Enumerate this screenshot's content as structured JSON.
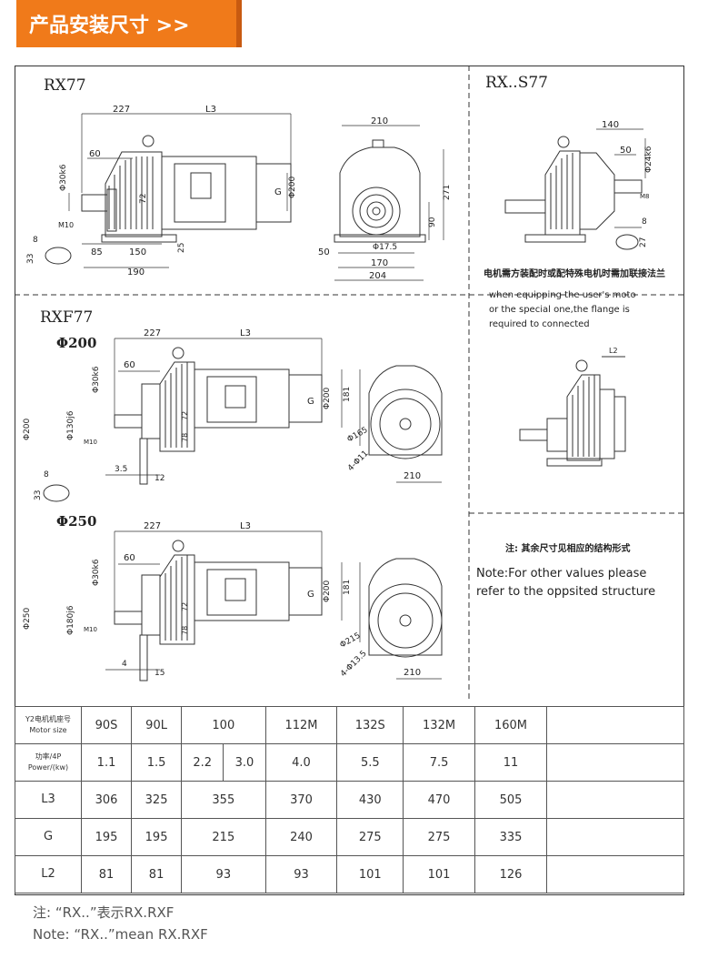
{
  "banner": {
    "title": "产品安装尺寸 >>"
  },
  "panels": {
    "rx77": {
      "label": "RX77",
      "dims": {
        "d227": "227",
        "dL3": "L3",
        "d60": "60",
        "d30k6": "Φ30k6",
        "d72": "72",
        "dG": "G",
        "d200": "Φ200",
        "dM10": "M10",
        "d85": "85",
        "d150": "150",
        "d25": "25",
        "d190": "190",
        "d8": "8",
        "d33": "33",
        "d210": "210",
        "d271": "271",
        "d90": "90",
        "d17": "Φ17.5",
        "d50": "50",
        "d170": "170",
        "d204": "204"
      }
    },
    "rxs77": {
      "label": "RX..S77",
      "dims": {
        "d140": "140",
        "d50": "50",
        "d24k6": "Φ24k6",
        "dM8": "M8",
        "d8": "8",
        "d27": "27"
      },
      "note_cn": "电机需方装配时或配特殊电机时需加联接法兰",
      "note_en1": "when equipping the user's moto",
      "note_en2": "or the special one,the flange is",
      "note_en3": "required to connected",
      "dL2": "L2"
    },
    "rxf77": {
      "label": "RXF77",
      "sub200": "Φ200",
      "sub250": "Φ250",
      "dims200": {
        "d227": "227",
        "dL3": "L3",
        "d60": "60",
        "d30k6": "Φ30k6",
        "d200": "Φ200",
        "d130j6": "Φ130j6",
        "d72": "72",
        "d78": "78",
        "dG": "G",
        "d200b": "Φ200",
        "d181": "181",
        "dM10": "M10",
        "d35": "3.5",
        "d12": "12",
        "d165": "Φ165",
        "d11": "4-Φ11",
        "d210": "210",
        "d8": "8",
        "d33": "33"
      },
      "dims250": {
        "d227": "227",
        "dL3": "L3",
        "d60": "60",
        "d30k6": "Φ30k6",
        "d250": "Φ250",
        "d180j6": "Φ180j6",
        "d72": "72",
        "d78": "78",
        "dG": "G",
        "d200": "Φ200",
        "d181": "181",
        "dM10": "M10",
        "d4": "4",
        "d15": "15",
        "d215": "Φ215",
        "d135": "4-Φ13.5",
        "d210": "210"
      }
    },
    "note_other": {
      "cn": "注: 其余尺寸见相应的结构形式",
      "en1": "Note:For other values please",
      "en2": "refer to the oppsited structure"
    }
  },
  "table": {
    "rows": [
      {
        "head_cn": "Y2电机机座号",
        "head_en": "Motor size",
        "cells": [
          "90S",
          "90L",
          "100",
          "112M",
          "132S",
          "132M",
          "160M",
          ""
        ]
      },
      {
        "head_cn": "功率/4P",
        "head_en": "Power/(kw)",
        "cells": [
          "1.1",
          "1.5",
          "",
          "4.0",
          "5.5",
          "7.5",
          "11",
          ""
        ],
        "split": [
          "2.2",
          "3.0"
        ]
      },
      {
        "head": "L3",
        "cells": [
          "306",
          "325",
          "355",
          "370",
          "430",
          "470",
          "505",
          ""
        ]
      },
      {
        "head": "G",
        "cells": [
          "195",
          "195",
          "215",
          "240",
          "275",
          "275",
          "335",
          ""
        ]
      },
      {
        "head": "L2",
        "cells": [
          "81",
          "81",
          "93",
          "93",
          "101",
          "101",
          "126",
          ""
        ]
      }
    ]
  },
  "footer": {
    "note_cn": "注: “RX..”表示RX.RXF",
    "note_en": "Note: “RX..”mean RX.RXF"
  }
}
